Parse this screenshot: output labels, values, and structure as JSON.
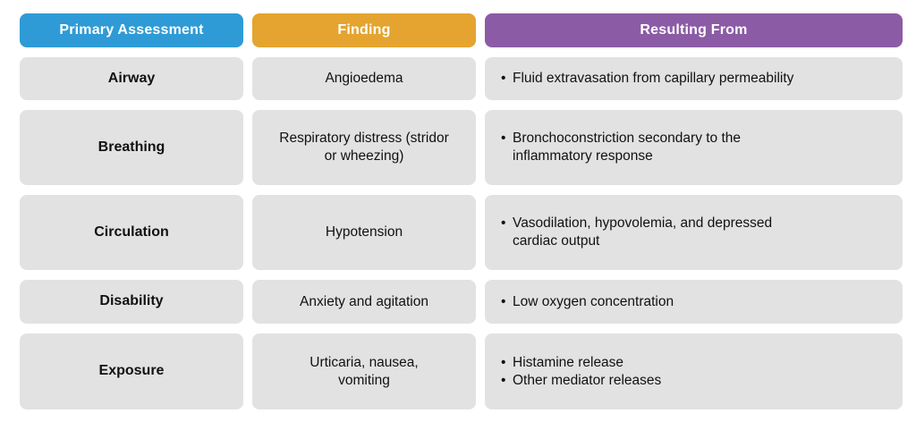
{
  "table": {
    "columns": [
      {
        "label": "Primary Assessment",
        "color": "#2e9bd6"
      },
      {
        "label": "Finding",
        "color": "#e4a42f"
      },
      {
        "label": "Resulting From",
        "color": "#8c5ba5"
      }
    ],
    "rows": [
      {
        "assessment": "Airway",
        "finding": "Angioedema",
        "resulting_from": [
          "Fluid extravasation from capillary permeability"
        ]
      },
      {
        "assessment": "Breathing",
        "finding": "Respiratory distress (stridor\nor wheezing)",
        "resulting_from": [
          "Bronchoconstriction secondary to the\ninflammatory response"
        ]
      },
      {
        "assessment": "Circulation",
        "finding": "Hypotension",
        "resulting_from": [
          "Vasodilation, hypovolemia, and depressed\ncardiac output"
        ]
      },
      {
        "assessment": "Disability",
        "finding": "Anxiety and agitation",
        "resulting_from": [
          "Low oxygen concentration"
        ]
      },
      {
        "assessment": "Exposure",
        "finding": "Urticaria, nausea,\nvomiting",
        "resulting_from": [
          "Histamine release",
          "Other mediator releases"
        ]
      }
    ]
  },
  "colors": {
    "cell_background": "#e2e2e2",
    "header_text": "#ffffff",
    "body_text": "#111111",
    "page_background": "#ffffff"
  }
}
